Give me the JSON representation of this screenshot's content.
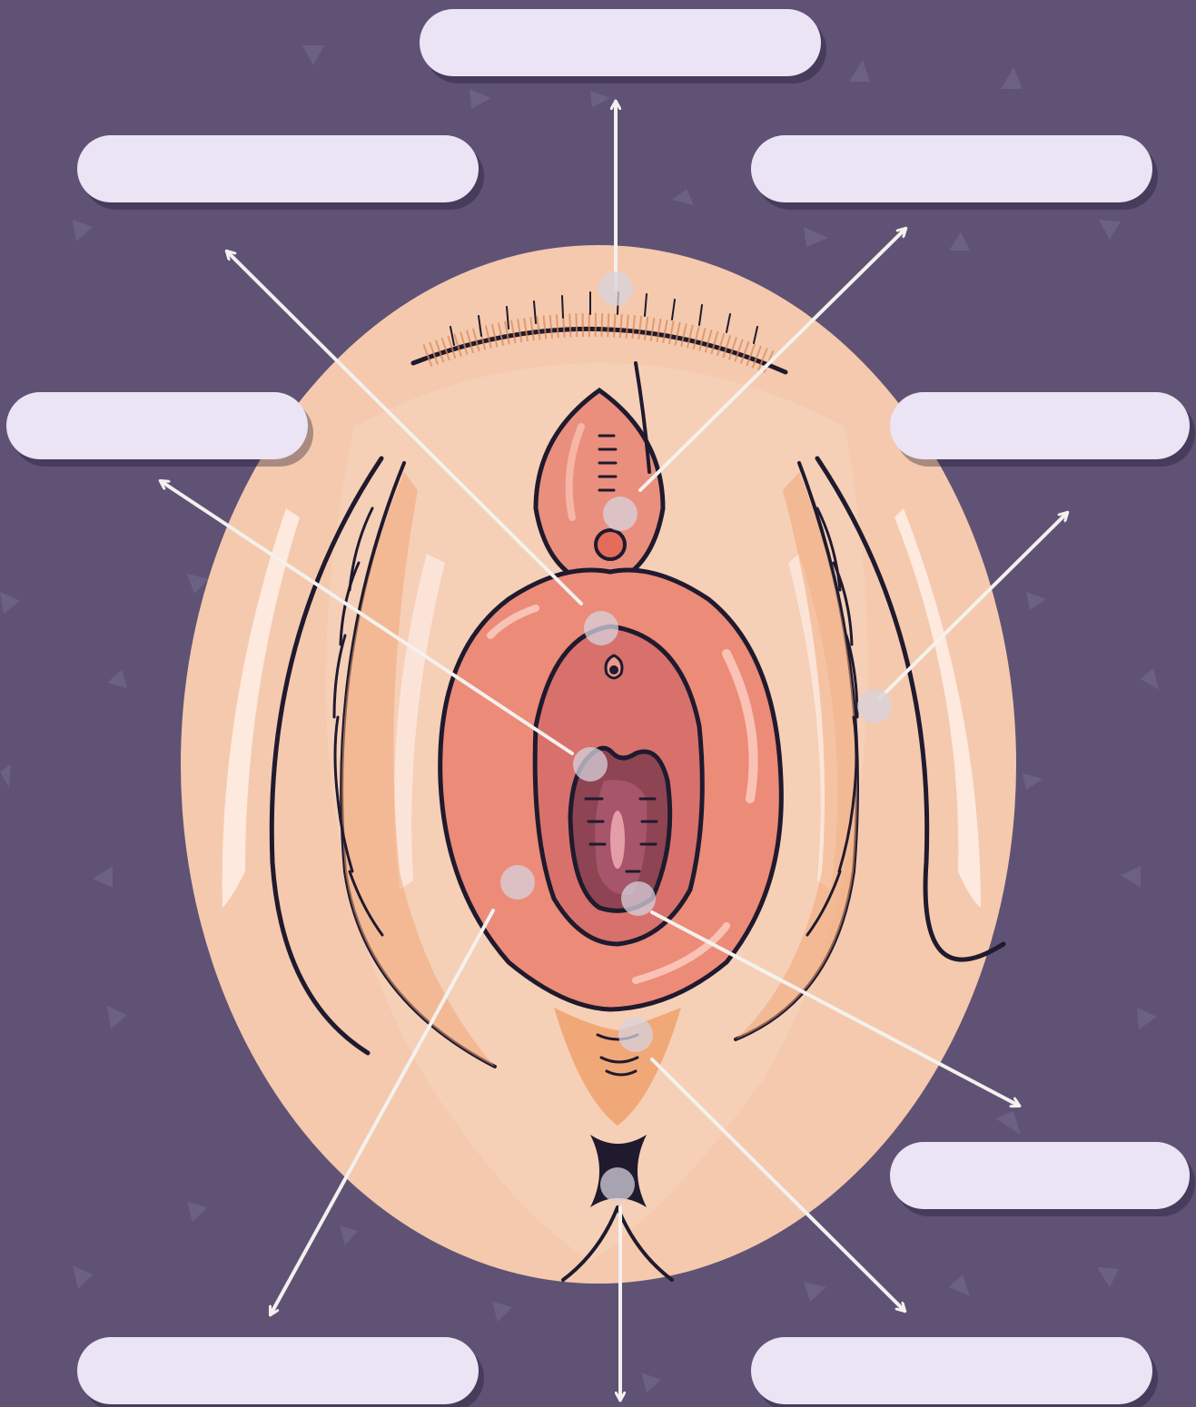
{
  "diagram": {
    "colors": {
      "background": "#5f5275",
      "label_fill": "#ebe4f4",
      "skin": "#f5c9ad",
      "labia": "#ec8b78",
      "arrow": "#f4f1ee",
      "outline": "#1f1a2e"
    },
    "labels": [
      {
        "id": "top",
        "text": ""
      },
      {
        "id": "upper-left",
        "text": ""
      },
      {
        "id": "upper-right",
        "text": ""
      },
      {
        "id": "middle-left",
        "text": ""
      },
      {
        "id": "middle-right",
        "text": ""
      },
      {
        "id": "lower-right",
        "text": ""
      },
      {
        "id": "bottom-left",
        "text": ""
      },
      {
        "id": "bottom-right",
        "text": ""
      }
    ]
  }
}
